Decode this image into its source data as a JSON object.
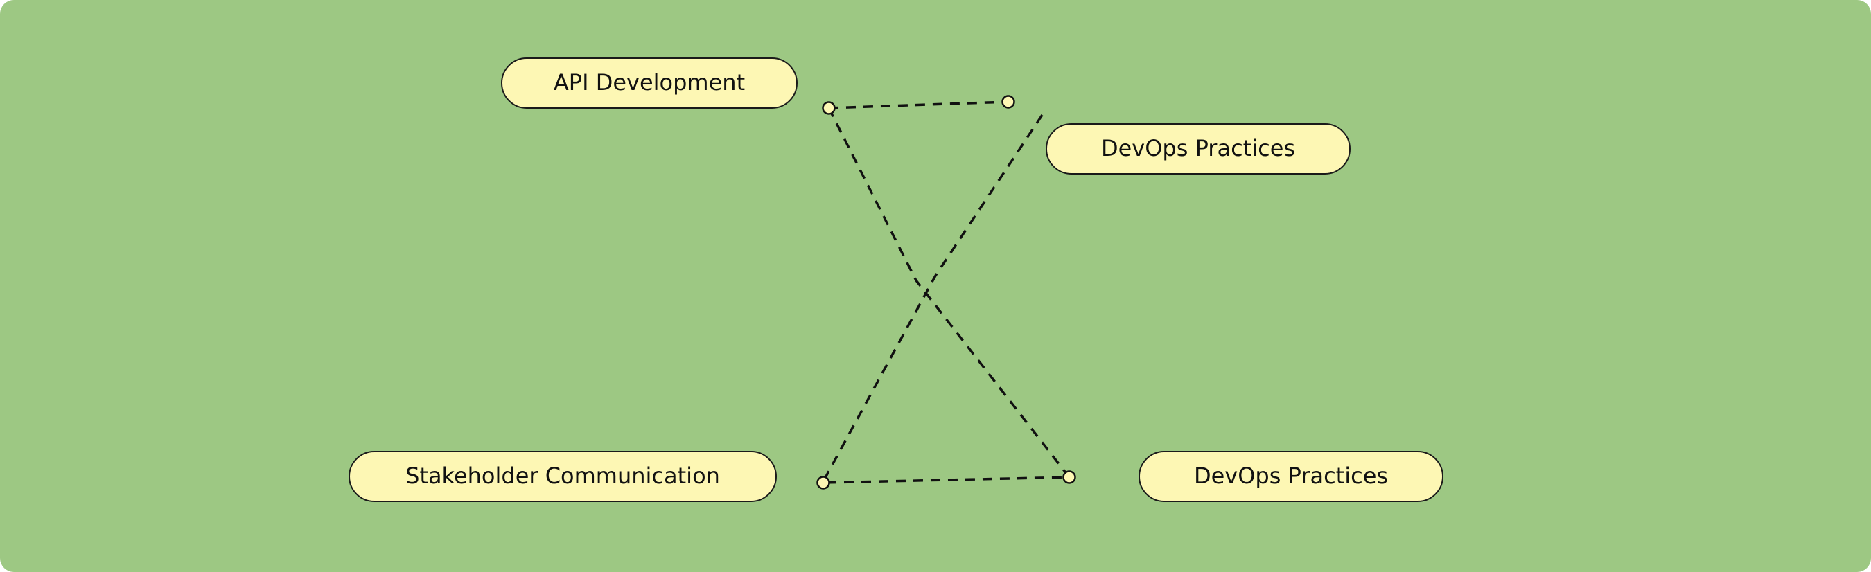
{
  "diagram": {
    "background_color": "#9dc883",
    "node_fill_color": "#fdf7b4",
    "stroke_color": "#111111",
    "nodes": [
      {
        "id": "api",
        "label": "API Development"
      },
      {
        "id": "devops-1",
        "label": "DevOps Practices"
      },
      {
        "id": "stakeholder",
        "label": "Stakeholder Communication"
      },
      {
        "id": "devops-2",
        "label": "DevOps Practices"
      }
    ],
    "connections": [
      {
        "from": "api",
        "to": "devops-2",
        "style": "dashed"
      },
      {
        "from": "devops-1",
        "to": "stakeholder",
        "style": "dashed"
      }
    ]
  }
}
